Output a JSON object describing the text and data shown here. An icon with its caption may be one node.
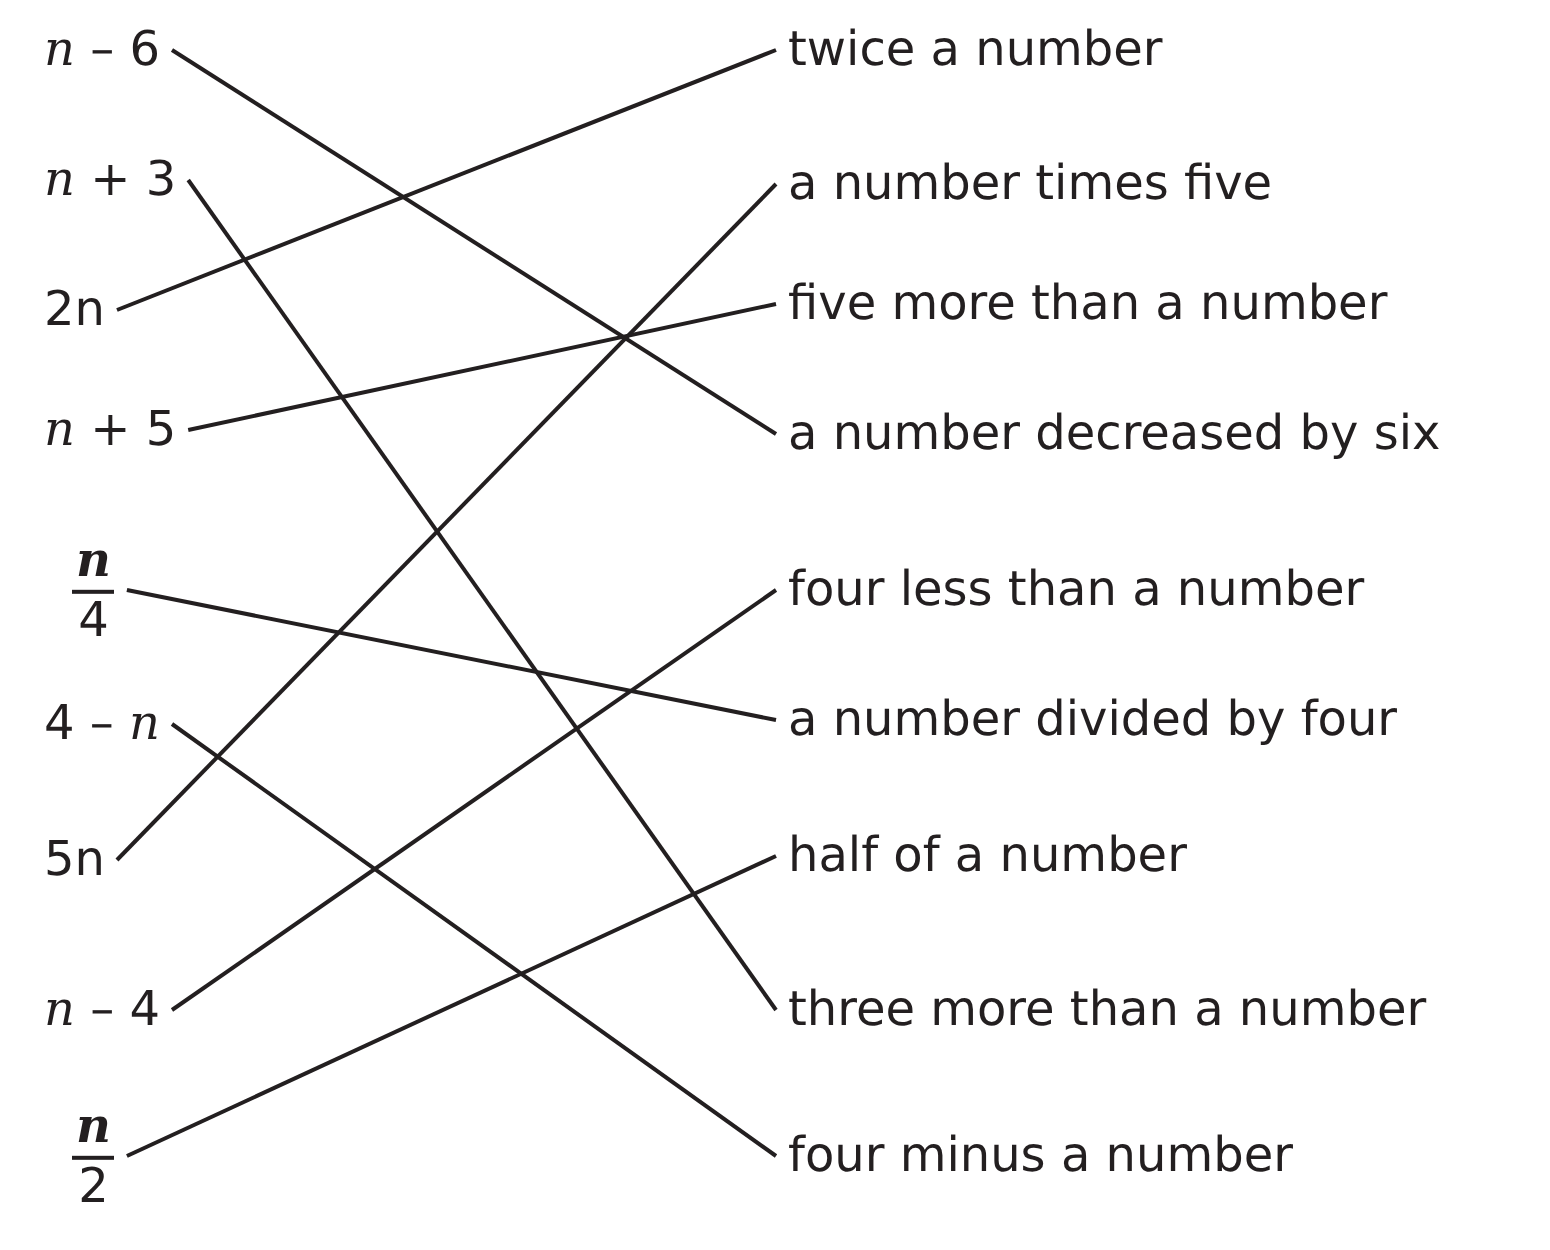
{
  "diagram": {
    "nodes": [
      {
        "text": [
          "*n* – 6"
        ]
      },
      {
        "text": [
          "*n* + 3"
        ]
      },
      {
        "text": [
          "2n"
        ]
      },
      {
        "text": [
          "*n* + 5"
        ]
      },
      {
        "text": [
          "*n*",
          "4"
        ]
      },
      {
        "text": [
          "4 – *n*"
        ]
      },
      {
        "text": [
          "5n"
        ]
      },
      {
        "text": [
          "*n* – 4"
        ]
      },
      {
        "text": [
          "*n*",
          "2"
        ]
      },
      {
        "text": [
          "twice a number"
        ]
      },
      {
        "text": [
          "a number times five"
        ]
      },
      {
        "text": [
          "five more than a number"
        ]
      },
      {
        "text": [
          "a number decreased by six"
        ]
      },
      {
        "text": [
          "four less than a number"
        ]
      },
      {
        "text": [
          "a number divided by four"
        ]
      },
      {
        "text": [
          "half of a number"
        ]
      },
      {
        "text": [
          "three more than a number"
        ]
      },
      {
        "text": [
          "four minus a number"
        ]
      }
    ],
    "edges": [
      {
        "from": 0,
        "to": 12,
        "arrow": "none"
      },
      {
        "from": 1,
        "to": 16,
        "arrow": "none"
      },
      {
        "from": 2,
        "to": 9,
        "arrow": "none"
      },
      {
        "from": 3,
        "to": 11,
        "arrow": "none"
      },
      {
        "from": 4,
        "to": 14,
        "arrow": "none"
      },
      {
        "from": 5,
        "to": 17,
        "arrow": "none"
      },
      {
        "from": 6,
        "to": 10,
        "arrow": "none"
      },
      {
        "from": 7,
        "to": 13,
        "arrow": "none"
      },
      {
        "from": 8,
        "to": 15,
        "arrow": "none"
      }
    ]
  }
}
